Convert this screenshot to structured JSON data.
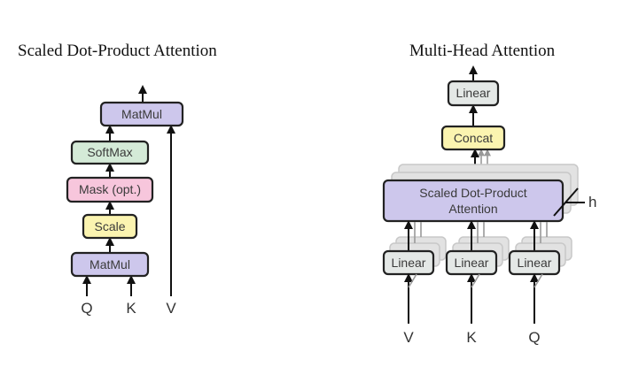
{
  "left_diagram": {
    "title": "Scaled Dot-Product Attention",
    "blocks": {
      "matmul_top": "MatMul",
      "softmax": "SoftMax",
      "mask": "Mask (opt.)",
      "scale": "Scale",
      "matmul_bottom": "MatMul"
    },
    "inputs": {
      "q": "Q",
      "k": "K",
      "v": "V"
    }
  },
  "right_diagram": {
    "title": "Multi-Head Attention",
    "blocks": {
      "linear_out": "Linear",
      "concat": "Concat",
      "attention_line1": "Scaled Dot-Product",
      "attention_line2": "Attention",
      "linear_v": "Linear",
      "linear_k": "Linear",
      "linear_q": "Linear"
    },
    "heads_label": "h",
    "inputs": {
      "v": "V",
      "k": "K",
      "q": "Q"
    }
  },
  "colors": {
    "matmul": "#cdc7ec",
    "softmax": "#d4ead7",
    "mask": "#f7c6dc",
    "scale": "#fbf4b0",
    "linear": "#e4e8e6",
    "concat": "#fbf4b0",
    "attention": "#cdc7ec"
  }
}
